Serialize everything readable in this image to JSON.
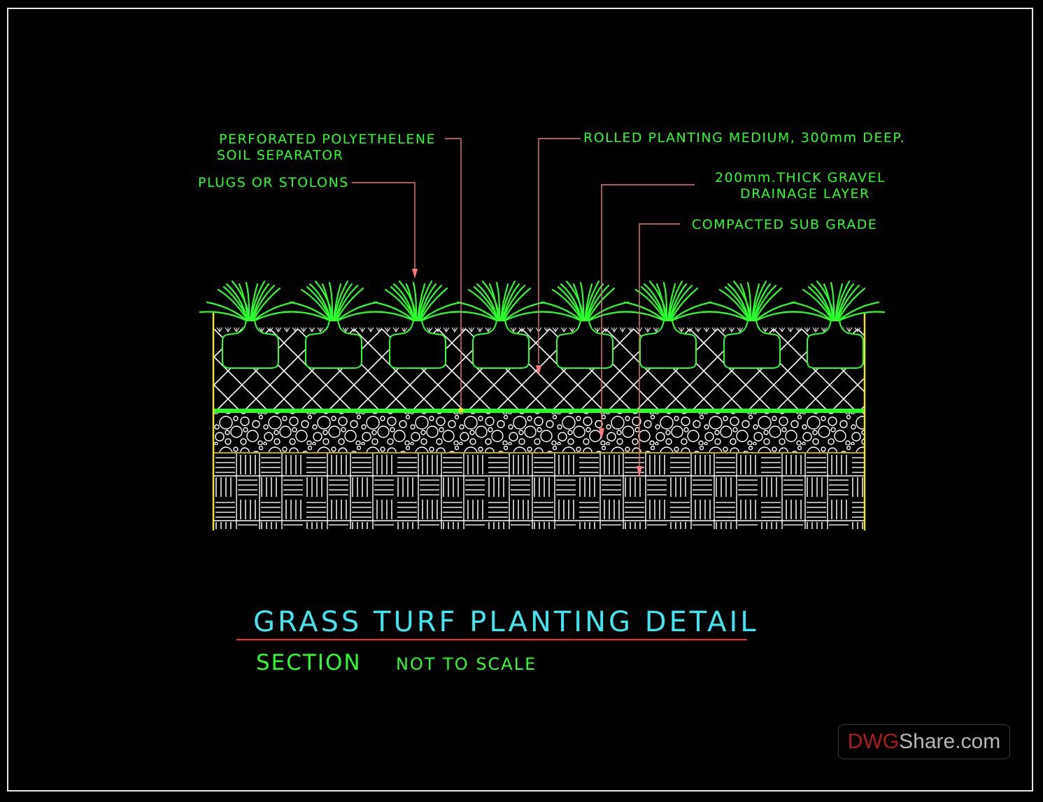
{
  "drawing": {
    "title": "GRASS TURF PLANTING DETAIL",
    "view_label": "SECTION",
    "scale_note": "NOT TO SCALE",
    "callouts": [
      {
        "id": "separator",
        "line1": "PERFORATED POLYETHELENE",
        "line2": "SOIL SEPARATOR"
      },
      {
        "id": "plugs",
        "line1": "PLUGS OR STOLONS"
      },
      {
        "id": "medium",
        "line1": "ROLLED PLANTING MEDIUM, 300mm DEEP."
      },
      {
        "id": "gravel",
        "line1": "200mm.THICK GRAVEL",
        "line2": "DRAINAGE LAYER"
      },
      {
        "id": "subgrade",
        "line1": "COMPACTED SUB GRADE"
      }
    ],
    "layers": [
      {
        "name": "Plugs or stolons",
        "pattern": "grass-plugs",
        "count": 8
      },
      {
        "name": "Rolled planting medium",
        "pattern": "diagonal-crosshatch",
        "depth": "300mm"
      },
      {
        "name": "Perforated polyethelene soil separator",
        "pattern": "solid-line"
      },
      {
        "name": "Gravel drainage layer",
        "pattern": "circles",
        "depth": "200mm"
      },
      {
        "name": "Compacted sub grade",
        "pattern": "basketweave"
      }
    ],
    "colors": {
      "background": "#000000",
      "text": "#2bff2b",
      "title": "#3fe6f0",
      "title_rule": "#ff2a2a",
      "leader": "#e87a7a",
      "hatch": "#ffffff",
      "edge": "#f0e020",
      "plants": "#2bff2b"
    }
  },
  "watermark": {
    "brand_red": "DWG",
    "brand_grey": "Share.com"
  }
}
